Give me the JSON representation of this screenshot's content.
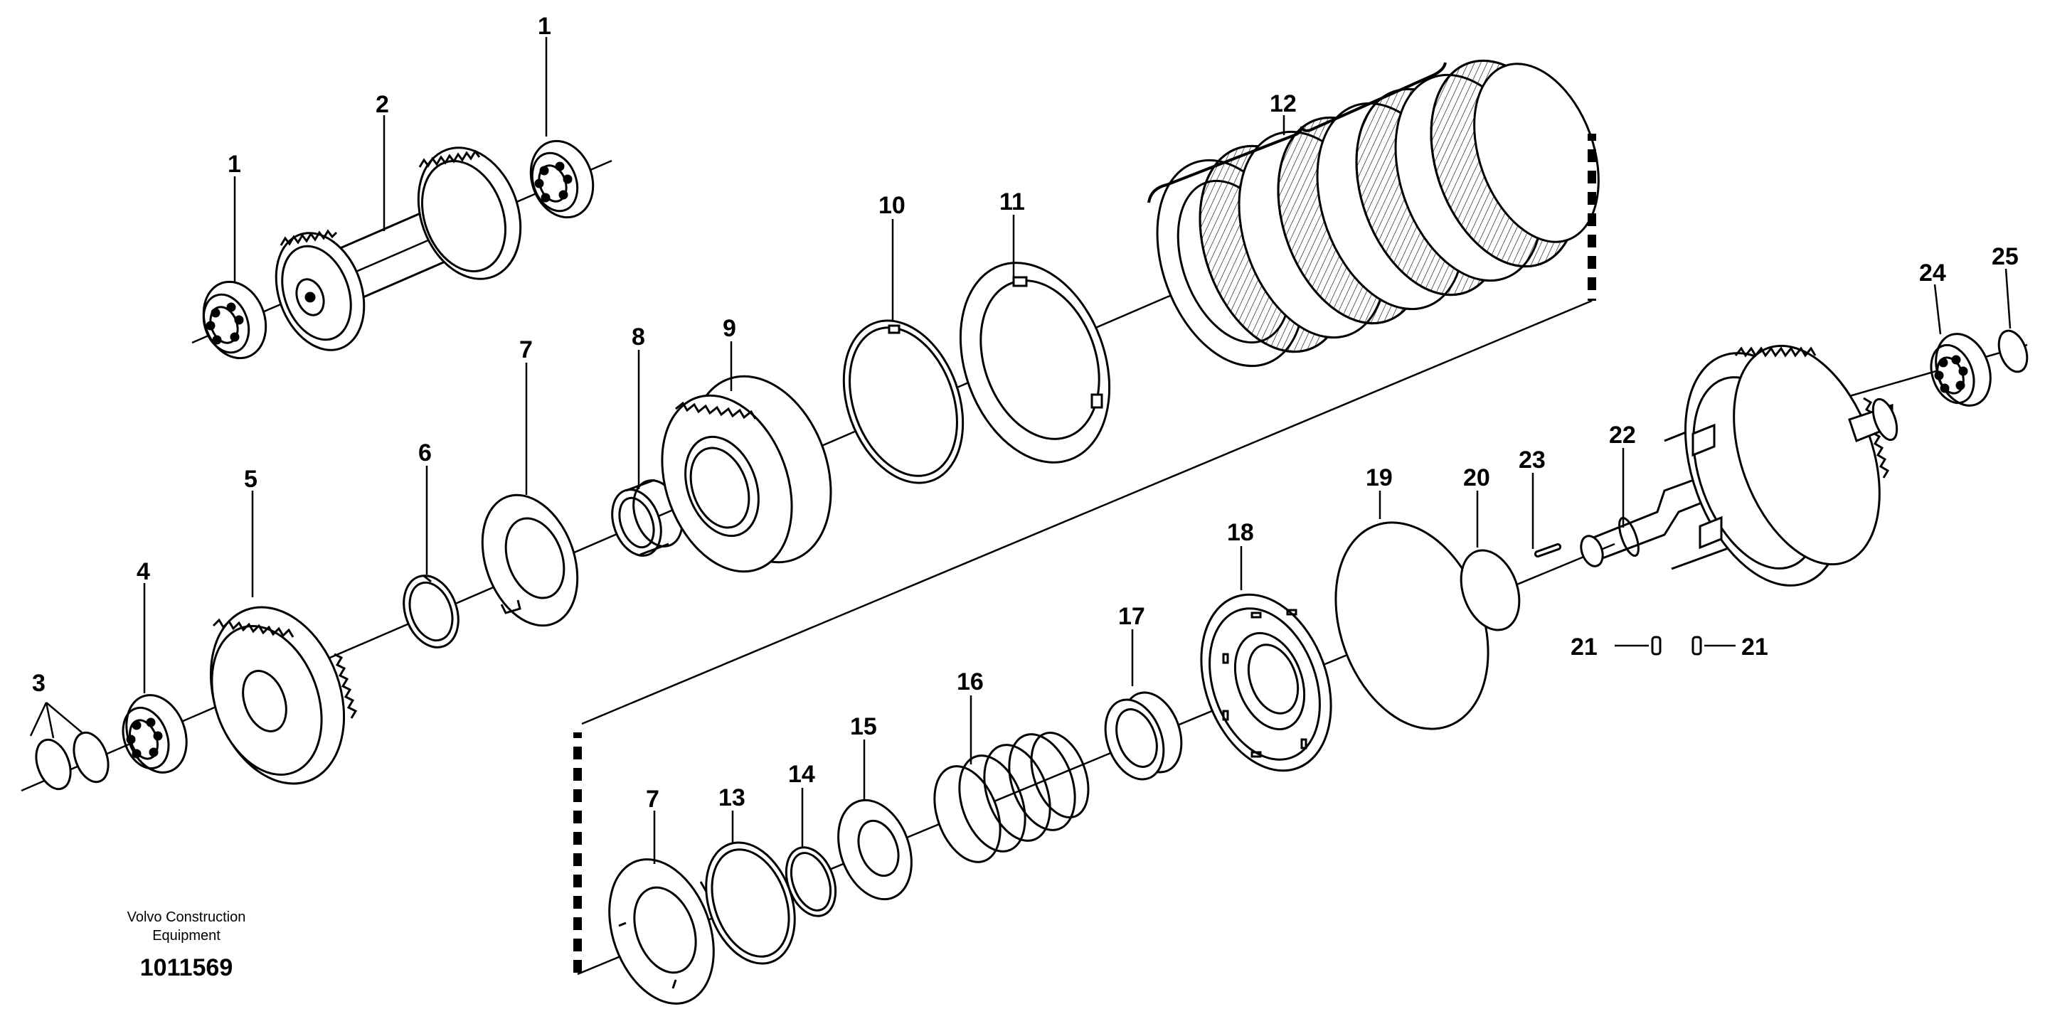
{
  "caption": {
    "line1": "Volvo Construction",
    "line2": "Equipment",
    "number": "1011569"
  },
  "callouts": {
    "c1a": "1",
    "c1b": "1",
    "c2": "2",
    "c3": "3",
    "c4": "4",
    "c5": "5",
    "c6": "6",
    "c7a": "7",
    "c7b": "7",
    "c8": "8",
    "c9": "9",
    "c10": "10",
    "c11": "11",
    "c12": "12",
    "c13": "13",
    "c14": "14",
    "c15": "15",
    "c16": "16",
    "c17": "17",
    "c18": "18",
    "c19": "19",
    "c20": "20",
    "c21a": "21",
    "c21b": "21",
    "c22": "22",
    "c23": "23",
    "c24": "24",
    "c25": "25"
  }
}
